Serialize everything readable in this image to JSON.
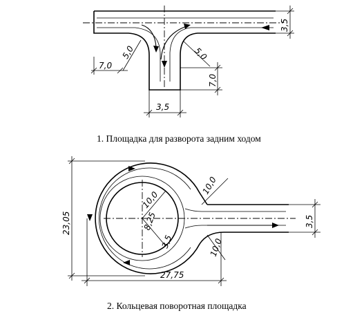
{
  "diagram1": {
    "caption": "1. Площадка для разворота задним ходом",
    "dims": {
      "road_width": "3,5",
      "left_offset": "7,0",
      "left_radius": "5,0",
      "right_radius": "5,0",
      "right_offset": "7,0",
      "stem_width": "3,5"
    }
  },
  "diagram2": {
    "caption": "2. Кольцевая поворотная площадка",
    "dims": {
      "outer_diameter": "23,05",
      "width_total": "27,75",
      "inner_radius": "10,0",
      "upper_fillet": "10,0",
      "lower_fillet": "10,0",
      "island_radius": "8,25",
      "lane_width": "3,5",
      "road_width": "3,5"
    }
  }
}
